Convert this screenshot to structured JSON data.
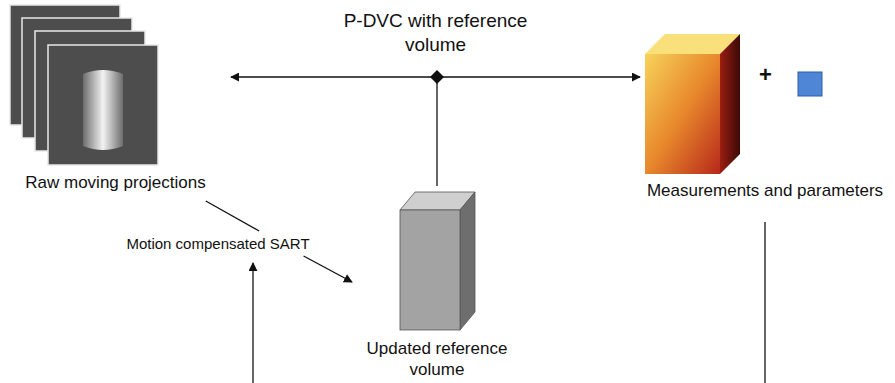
{
  "diagram": {
    "nodes": [
      {
        "text": [
          "Raw moving projections"
        ]
      },
      {
        "text": [
          "Measurements and parameters"
        ]
      },
      {
        "text": [
          "Updated reference volume"
        ]
      }
    ],
    "edges": [
      {
        "from": 0,
        "to": 1,
        "arrow": "both",
        "label": "P-DVC with reference volume"
      },
      {
        "from": 0,
        "to": 2,
        "arrow": "to",
        "label": "Motion compensated SART"
      }
    ],
    "labels": [
      "+"
    ]
  }
}
